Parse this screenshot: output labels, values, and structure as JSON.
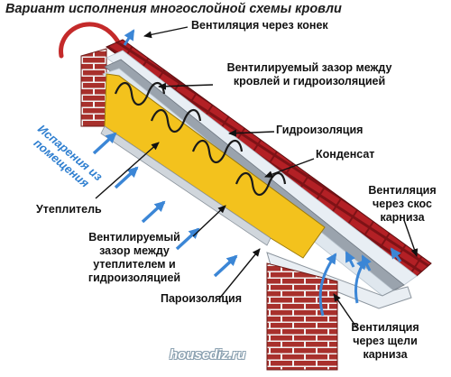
{
  "title": "Вариант исполнения многослойной схемы кровли",
  "labels": {
    "ridge_vent": "Вентиляция через конек",
    "roof_gap_1": "Вентилируемый зазор между",
    "roof_gap_2": "кровлей и гидроизоляцией",
    "waterproofing": "Гидроизоляция",
    "condensate": "Конденсат",
    "eaves_slope_1": "Вентиляция",
    "eaves_slope_2": "через скос",
    "eaves_slope_3": "карниза",
    "insulation": "Утеплитель",
    "insul_gap_1": "Вентилируемый",
    "insul_gap_2": "зазор между",
    "insul_gap_3": "утеплителем и",
    "insul_gap_4": "гидроизоляцией",
    "vapor_barrier": "Пароизоляция",
    "eaves_slot_1": "Вентиляция",
    "eaves_slot_2": "через щели",
    "eaves_slot_3": "карниза",
    "evaporation_1": "Испарения из",
    "evaporation_2": "помещения"
  },
  "watermark": "housediz.ru",
  "colors": {
    "insulation": "#f3c21d",
    "insulation_wave": "#1a1a1a",
    "roof_tile": "#b32025",
    "brick": "#a8302c",
    "mortar": "#f2f2f2",
    "membrane": "#9aa3ad",
    "vent_arrow": "#3b86d6",
    "vent_arrow_light": "#a9cdf0",
    "pointer": "#111111",
    "evaporation_text": "#2f7fd0"
  },
  "icons": {
    "vent_arrow": "blue-up-arrow",
    "pointer": "black-leader-arrow"
  }
}
